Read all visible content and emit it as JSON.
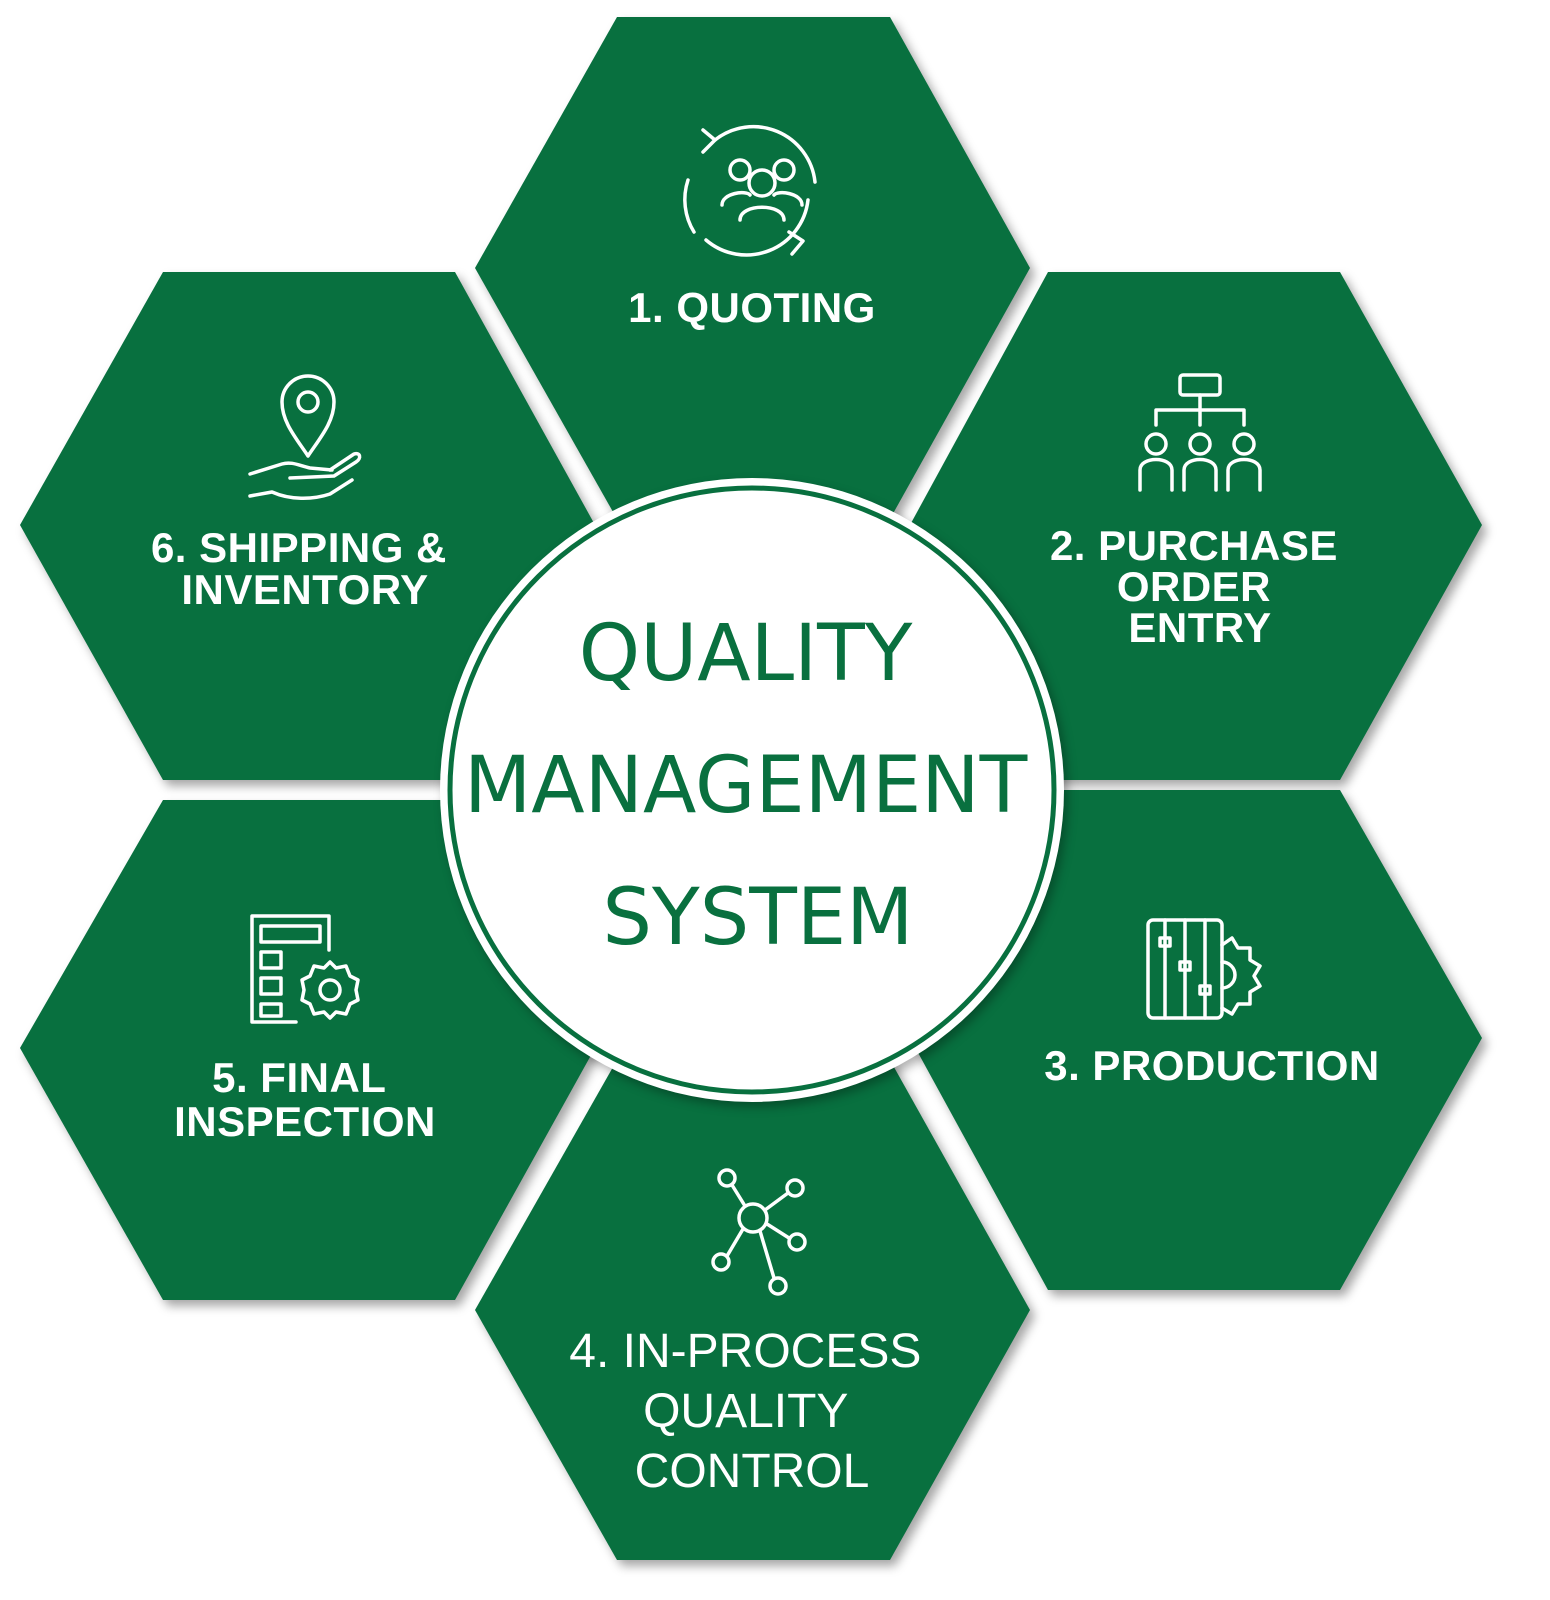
{
  "colors": {
    "hex_fill": "#08703f",
    "center_fill": "#ffffff",
    "center_ring": "#08703f",
    "title_color": "#09703f"
  },
  "center": {
    "title_lines": [
      "QUALITY",
      "MANAGEMENT",
      "SYSTEM"
    ]
  },
  "steps": [
    {
      "label_lines": [
        "1. QUOTING"
      ],
      "icon": "team-cycle-icon"
    },
    {
      "label_lines": [
        "2. PURCHASE",
        "ORDER",
        "ENTRY"
      ],
      "icon": "org-chart-icon"
    },
    {
      "label_lines": [
        "3. PRODUCTION"
      ],
      "icon": "control-panel-gear-icon"
    },
    {
      "label_lines": [
        "4. IN-PROCESS",
        "QUALITY",
        "CONTROL"
      ],
      "icon": "network-nodes-icon"
    },
    {
      "label_lines": [
        "5. FINAL",
        "INSPECTION"
      ],
      "icon": "form-gear-icon"
    },
    {
      "label_lines": [
        "6. SHIPPING &",
        "INVENTORY"
      ],
      "icon": "location-hand-icon"
    }
  ]
}
